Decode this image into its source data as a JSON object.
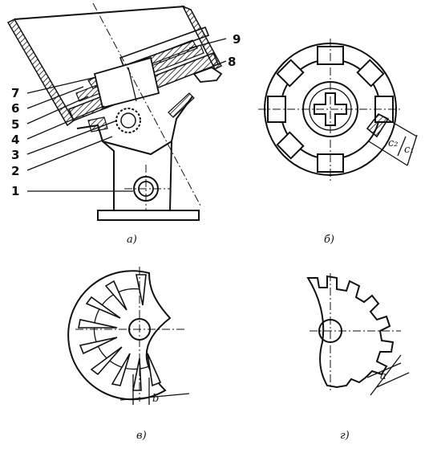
{
  "figure": {
    "views": [
      {
        "id": "a",
        "caption": "а)"
      },
      {
        "id": "b",
        "caption": "б)"
      },
      {
        "id": "c",
        "caption": "в)"
      },
      {
        "id": "d",
        "caption": "г)"
      }
    ],
    "part_labels": [
      "1",
      "2",
      "3",
      "4",
      "5",
      "6",
      "7",
      "8",
      "9"
    ],
    "dimension_labels": {
      "c2": "c₂",
      "c1": "c₁",
      "b": "b",
      "a": "a"
    }
  }
}
